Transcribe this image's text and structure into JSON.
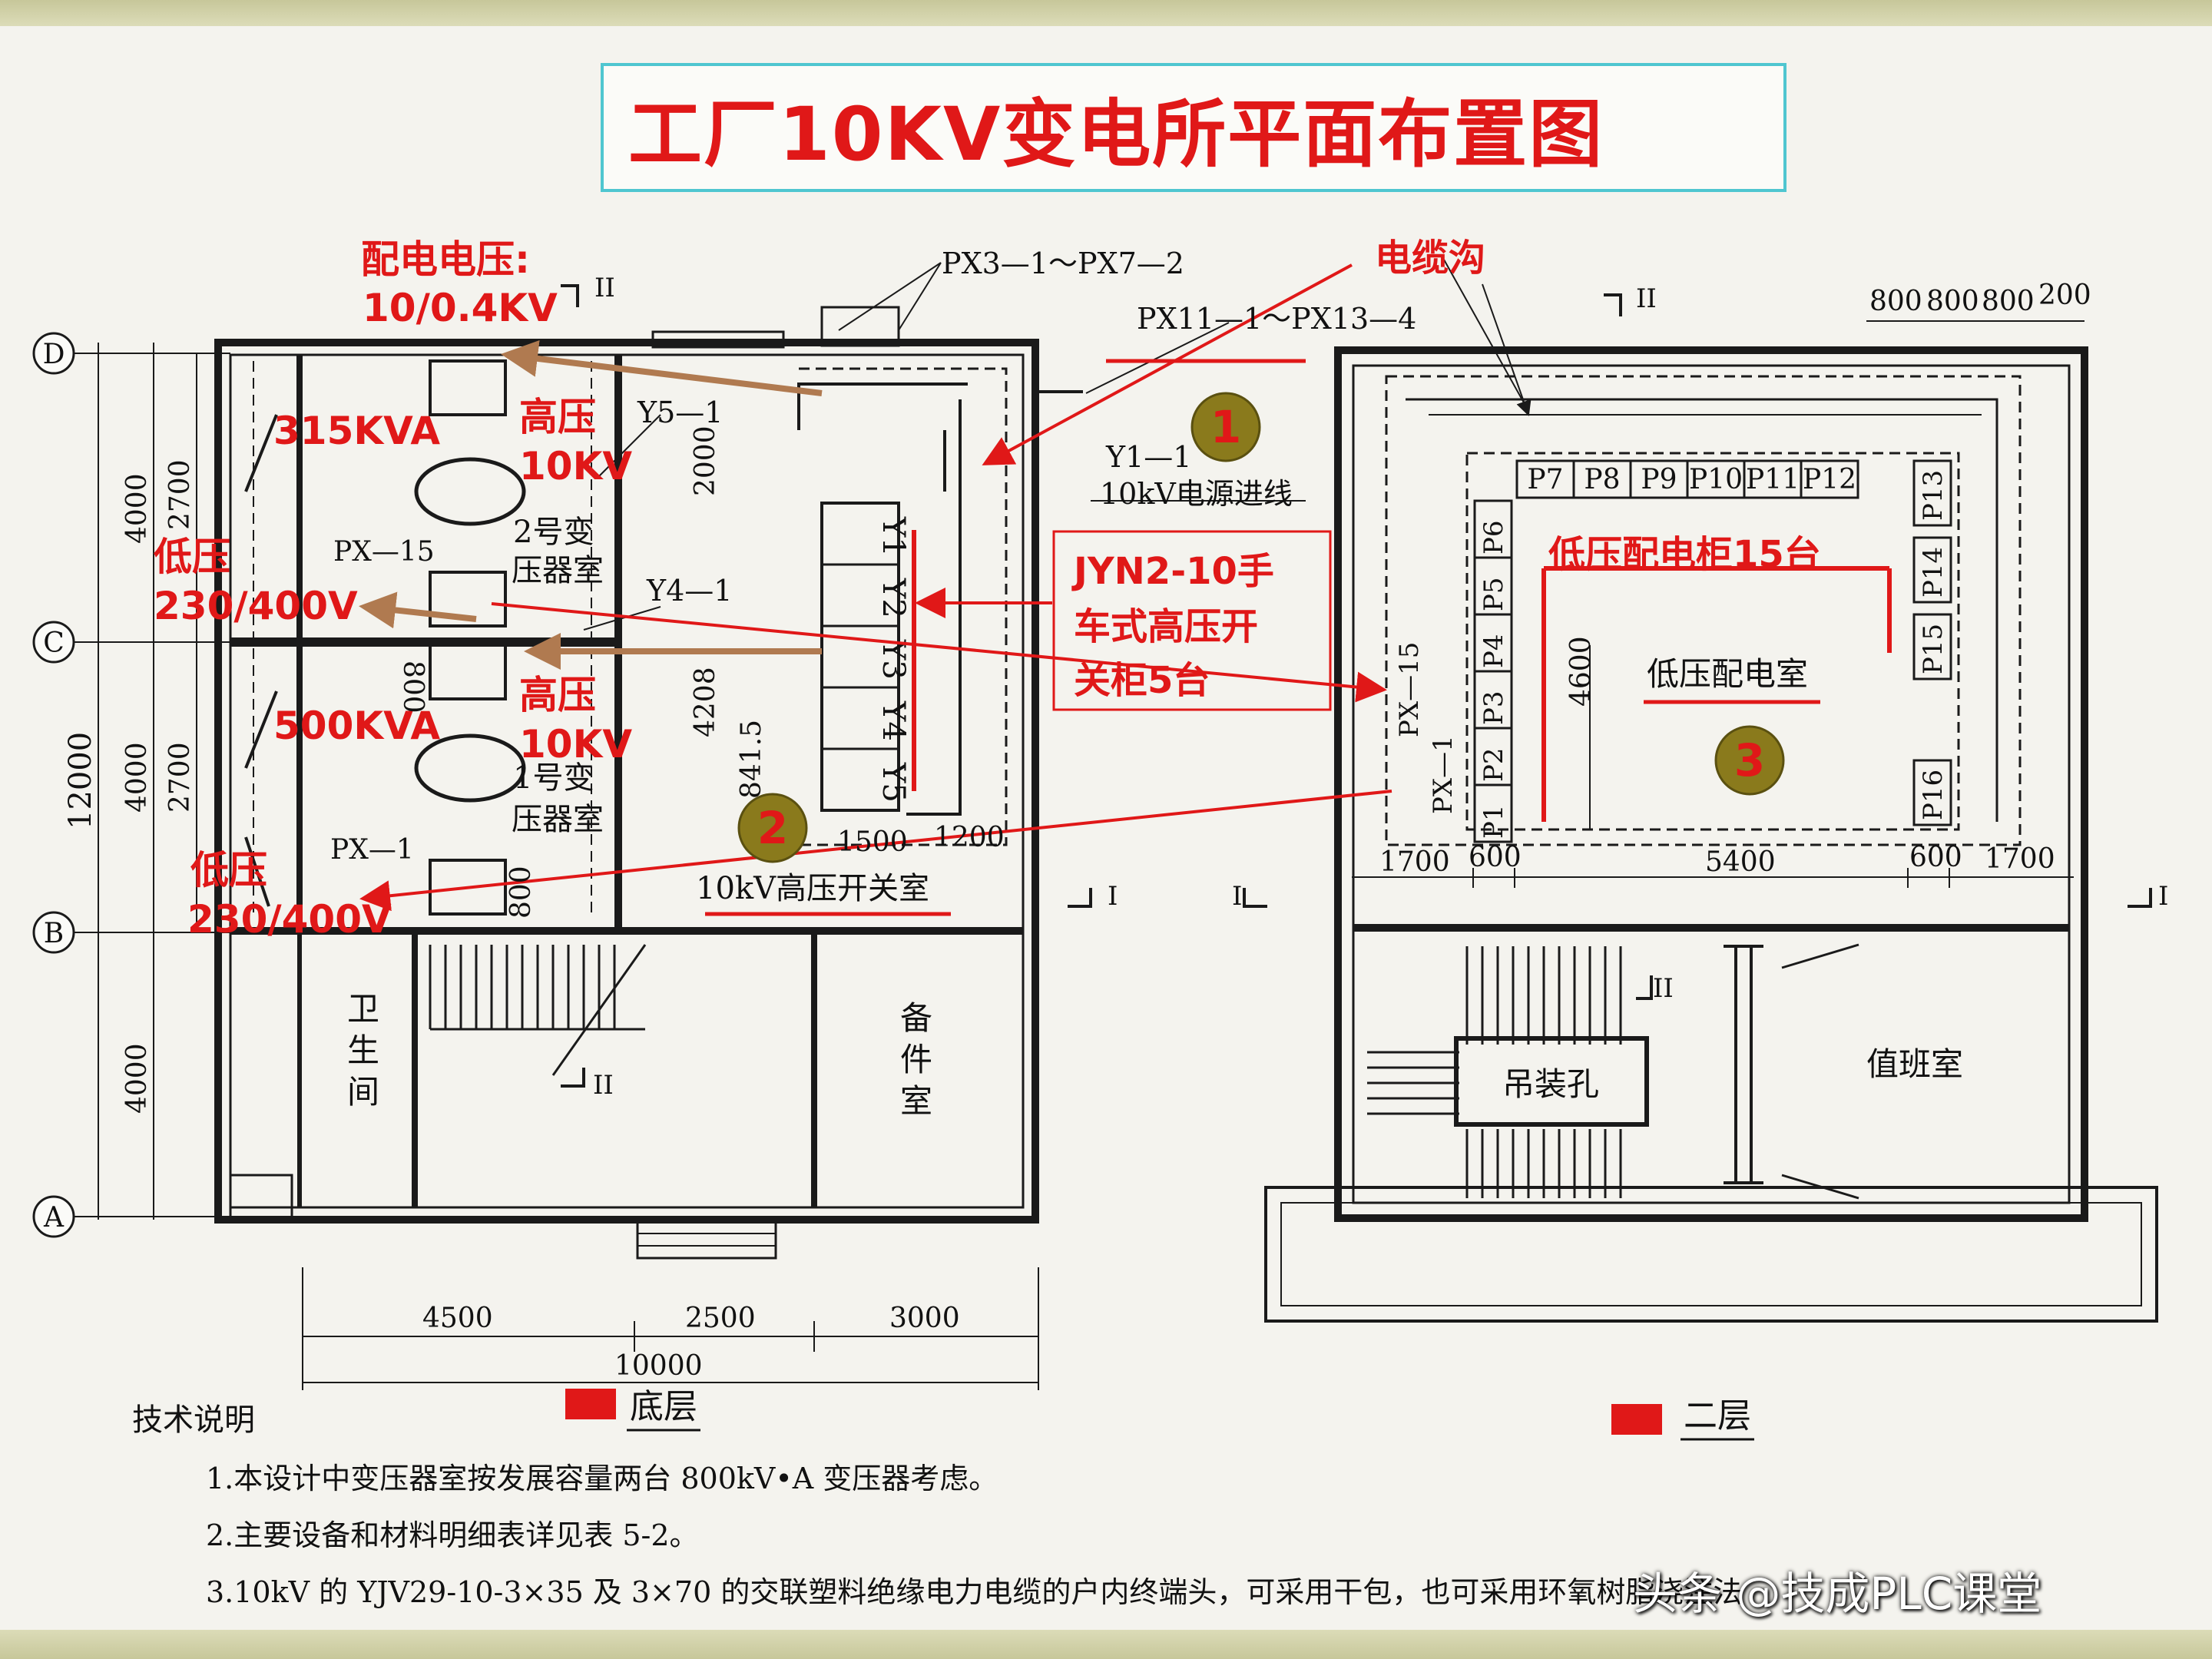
{
  "title": "工厂10KV变电所平面布置图",
  "ground_floor_label": "底层",
  "second_floor_label": "二层",
  "annotations": {
    "distribution_voltage_label": "配电电压:",
    "distribution_voltage_value": "10/0.4KV",
    "cable_trench": "电缆沟",
    "transformer_315": "315KVA",
    "transformer_500": "500KVA",
    "hv_upper_1": "高压",
    "hv_upper_2": "10KV",
    "hv_lower_1": "高压",
    "hv_lower_2": "10KV",
    "lv_upper_1": "低压",
    "lv_upper_2": "230/400V",
    "lv_lower_1": "低压",
    "lv_lower_2": "230/400V",
    "jyn_line1": "JYN2-10手",
    "jyn_line2": "车式高压开",
    "jyn_line3": "关柜5台",
    "lv_cabinet": "低压配电柜15台",
    "marker_1": "1",
    "marker_2": "2",
    "marker_3": "3"
  },
  "drawing_labels": {
    "px3_px7": "PX3—1～PX7—2",
    "px11_px13": "PX11—1～PX13—4",
    "y5_1": "Y5—1",
    "y4_1": "Y4—1",
    "y1_1": "Y1—1",
    "power_in": "10kV电源进线",
    "room_t2_1": "2号变",
    "room_t2_2": "压器室",
    "room_t1_1": "1号变",
    "room_t1_2": "压器室",
    "px15": "PX—15",
    "px1": "PX—1",
    "hv_room": "10kV高压开关室",
    "toilet": [
      "卫",
      "生",
      "间"
    ],
    "spare_room": [
      "备",
      "件",
      "室"
    ],
    "lv_room": "低压配电室",
    "hoist_hole": "吊装孔",
    "duty_room": "值班室",
    "section_ii": "II",
    "section_i": "I",
    "px15_2f": "PX—15",
    "px1_2f": "PX—1"
  },
  "hv_cabinets": [
    "Y1",
    "Y2",
    "Y3",
    "Y4",
    "Y5"
  ],
  "lv_cabinets_top": [
    "P7",
    "P8",
    "P9",
    "P10",
    "P11",
    "P12"
  ],
  "lv_cabinets_left": [
    "P6",
    "P5",
    "P4",
    "P3",
    "P2",
    "P1"
  ],
  "lv_cabinets_right": [
    "P13",
    "P14",
    "P15",
    "P16"
  ],
  "axis_labels": [
    "D",
    "C",
    "B",
    "A"
  ],
  "dimensions": {
    "d12000": "12000",
    "d4000a": "4000",
    "d4000b": "4000",
    "d4000c": "4000",
    "d2700a": "2700",
    "d2700b": "2700",
    "d2000": "2000",
    "d4208": "4208",
    "d841": "841.5",
    "d800a": "800",
    "d800b": "800",
    "d1500": "1500",
    "d1200": "1200",
    "d4500": "4500",
    "d2500": "2500",
    "d3000": "3000",
    "d10000": "10000",
    "d1700a": "1700",
    "d600a": "600",
    "d5400": "5400",
    "d600b": "600",
    "d1700b": "1700",
    "d4600": "4600",
    "top_800_1": "800",
    "top_800_2": "800",
    "top_800_3": "800",
    "top_200": "200"
  },
  "notes": {
    "heading": "技术说明",
    "items": [
      "1.本设计中变压器室按发展容量两台 800kV•A 变压器考虑。",
      "2.主要设备和材料明细表详见表 5-2。",
      "3.10kV 的 YJV29-10-3×35 及 3×70 的交联塑料绝缘电力电缆的户内终端头，可采用干包，也可采用环氧树脂浇注法"
    ]
  },
  "watermark": "头条 @技成PLC课堂",
  "colors": {
    "accent_red": "#e01818",
    "title_border": "#4fc6d0",
    "arrow_brown": "#b07a50",
    "marker_fill": "#8a7a1c",
    "line": "#1a1a1a"
  }
}
